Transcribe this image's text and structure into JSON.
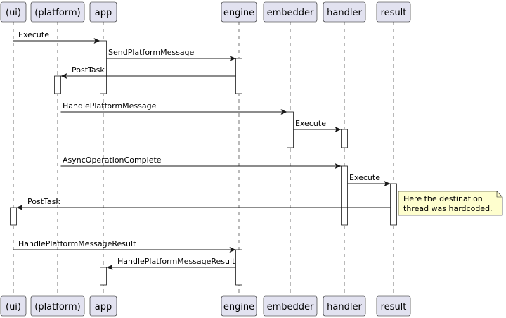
{
  "participants": [
    {
      "id": "ui",
      "label": "(ui)"
    },
    {
      "id": "platform",
      "label": "(platform)"
    },
    {
      "id": "app",
      "label": "app"
    },
    {
      "id": "engine",
      "label": "engine"
    },
    {
      "id": "embedder",
      "label": "embedder"
    },
    {
      "id": "handler",
      "label": "handler"
    },
    {
      "id": "result",
      "label": "result"
    }
  ],
  "messages": [
    {
      "from": "ui",
      "to": "app",
      "label": "Execute"
    },
    {
      "from": "app",
      "to": "engine",
      "label": "SendPlatformMessage"
    },
    {
      "from": "engine",
      "to": "platform",
      "label": "PostTask"
    },
    {
      "from": "platform",
      "to": "embedder",
      "label": "HandlePlatformMessage"
    },
    {
      "from": "embedder",
      "to": "handler",
      "label": "Execute"
    },
    {
      "from": "platform",
      "to": "handler",
      "label": "AsyncOperationComplete"
    },
    {
      "from": "handler",
      "to": "result",
      "label": "Execute"
    },
    {
      "from": "result",
      "to": "ui",
      "label": "PostTask"
    },
    {
      "from": "ui",
      "to": "engine",
      "label": "HandlePlatformMessageResult"
    },
    {
      "from": "engine",
      "to": "app",
      "label": "HandlePlatformMessageResult"
    }
  ],
  "activations": [
    {
      "participant": "app"
    },
    {
      "participant": "engine"
    },
    {
      "participant": "platform"
    },
    {
      "participant": "embedder"
    },
    {
      "participant": "handler"
    },
    {
      "participant": "handler"
    },
    {
      "participant": "result"
    },
    {
      "participant": "ui"
    },
    {
      "participant": "engine"
    },
    {
      "participant": "app"
    }
  ],
  "note": {
    "attached_to": "result",
    "lines": [
      "Here the destination",
      "thread was hardcoded."
    ]
  }
}
